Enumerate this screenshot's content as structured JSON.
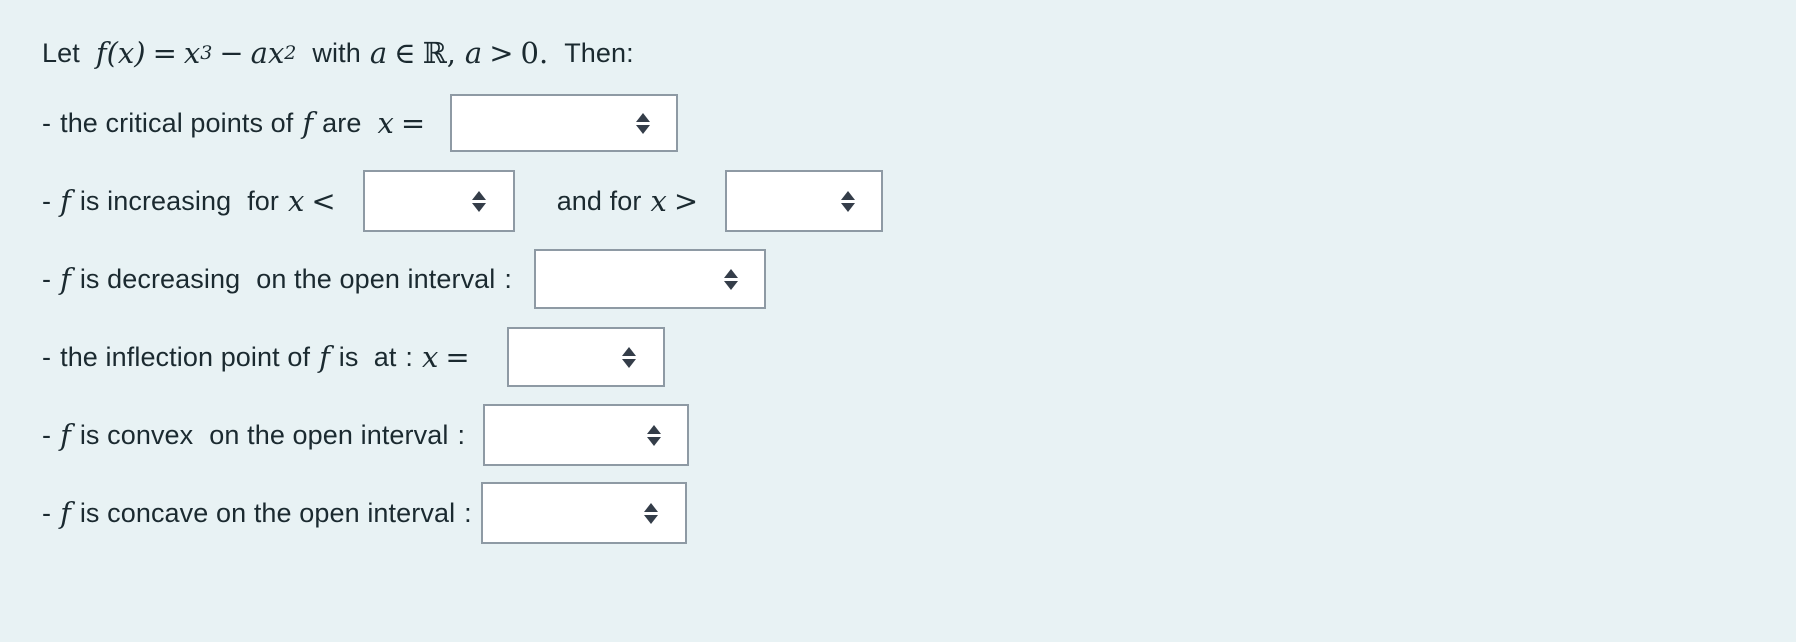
{
  "problem": {
    "intro": {
      "let": "Let",
      "fx": "f(x)",
      "equals": "=",
      "x": "x",
      "exp3": "3",
      "minus": "−",
      "a": "a",
      "x2": "x",
      "exp2": "2",
      "with": "with",
      "a2": "a",
      "in": "∈",
      "reals": "ℝ",
      "comma": ",",
      "a3": "a",
      "gt": ">",
      "zero": "0.",
      "then": "Then:"
    },
    "rows": [
      {
        "id": "critical-points",
        "bullet": "-",
        "text_before": "the critical points of",
        "italic_f": "f",
        "text_mid": "are",
        "math_x": "x",
        "math_rel": "=",
        "select_value": "",
        "arrow_icon": "updown-arrows-icon"
      },
      {
        "id": "increasing",
        "bullet": "-",
        "italic_f": "f",
        "text_before": "is increasing",
        "text_mid": "for",
        "math_x": "x",
        "math_rel": "<",
        "select_value": "",
        "text_after": "and for",
        "math_x2": "x",
        "math_rel2": ">",
        "select_value2": "",
        "arrow_icon": "updown-arrows-icon"
      },
      {
        "id": "decreasing",
        "bullet": "-",
        "italic_f": "f",
        "text_before": "is decreasing",
        "text_mid": "on the open interval",
        "colon": ":",
        "select_value": "",
        "arrow_icon": "updown-arrows-icon"
      },
      {
        "id": "inflection-point",
        "bullet": "-",
        "text_before": "the inflection point of",
        "italic_f": "f",
        "text_mid": "is  at",
        "colon": ":",
        "math_x": "x",
        "math_rel": "=",
        "select_value": "",
        "arrow_icon": "updown-arrows-icon"
      },
      {
        "id": "convex",
        "bullet": "-",
        "italic_f": "f",
        "text_before": "is convex",
        "text_mid": "on the open interval",
        "colon": ":",
        "select_value": "",
        "arrow_icon": "updown-arrows-icon"
      },
      {
        "id": "concave",
        "bullet": "-",
        "italic_f": "f",
        "text_before": "is concave on the open interval",
        "colon": ":",
        "select_value": "",
        "arrow_icon": "updown-arrows-icon"
      }
    ]
  },
  "colors": {
    "background": "#e8f2f4",
    "text": "#1b2a30",
    "select_border": "#8e9aa4",
    "select_fill": "#ffffff",
    "arrow": "#343d49"
  }
}
